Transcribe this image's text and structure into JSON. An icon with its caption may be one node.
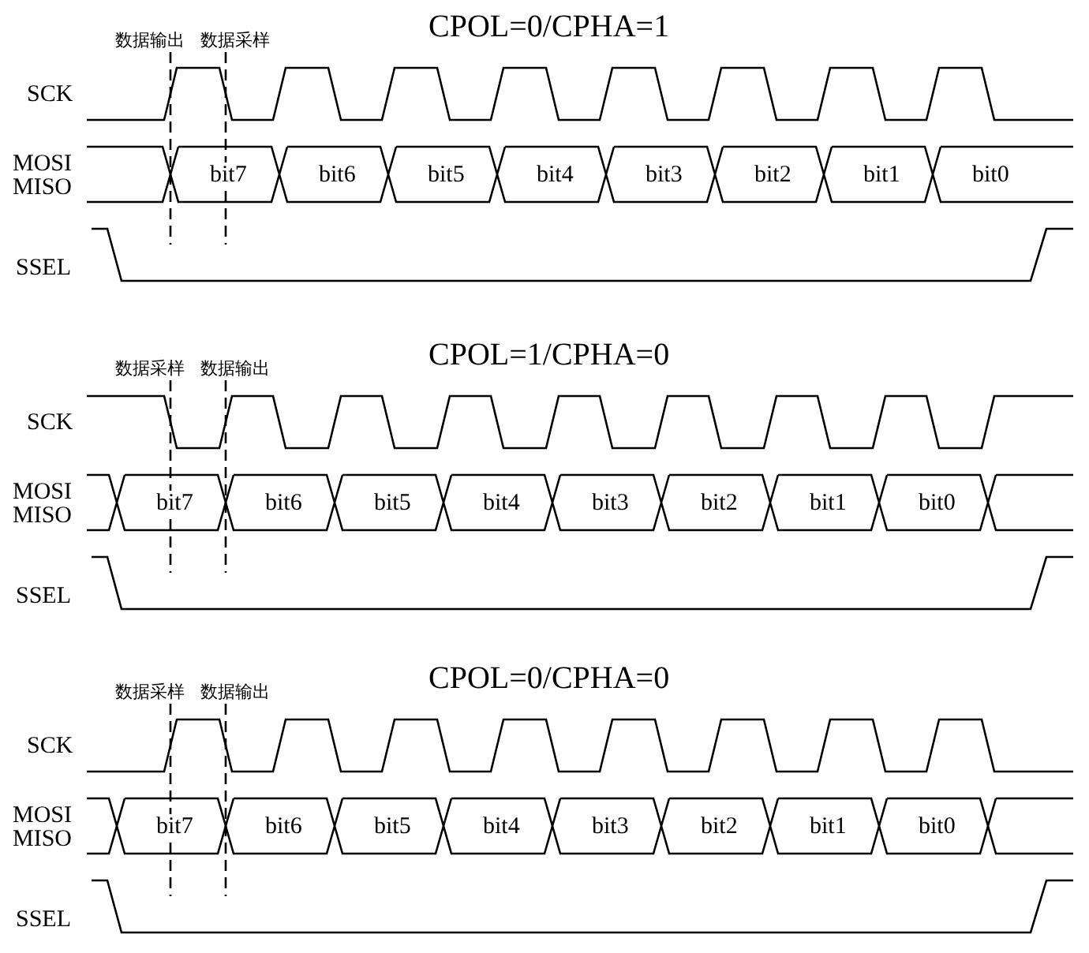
{
  "diagram": {
    "labels": [
      "CPOL=0/CPHA=1",
      "数据输出",
      "数据采样",
      "SCK",
      "MOSI",
      "MISO",
      "bit7",
      "bit6",
      "bit5",
      "bit4",
      "bit3",
      "bit2",
      "bit1",
      "bit0",
      "SSEL",
      "CPOL=1/CPHA=0",
      "数据采样",
      "数据输出",
      "SCK",
      "MOSI",
      "MISO",
      "bit7",
      "bit6",
      "bit5",
      "bit4",
      "bit3",
      "bit2",
      "bit1",
      "bit0",
      "SSEL",
      "CPOL=0/CPHA=0",
      "数据采样",
      "数据输出",
      "SCK",
      "MOSI",
      "MISO",
      "bit7",
      "bit6",
      "bit5",
      "bit4",
      "bit3",
      "bit2",
      "bit1",
      "bit0",
      "SSEL"
    ]
  }
}
